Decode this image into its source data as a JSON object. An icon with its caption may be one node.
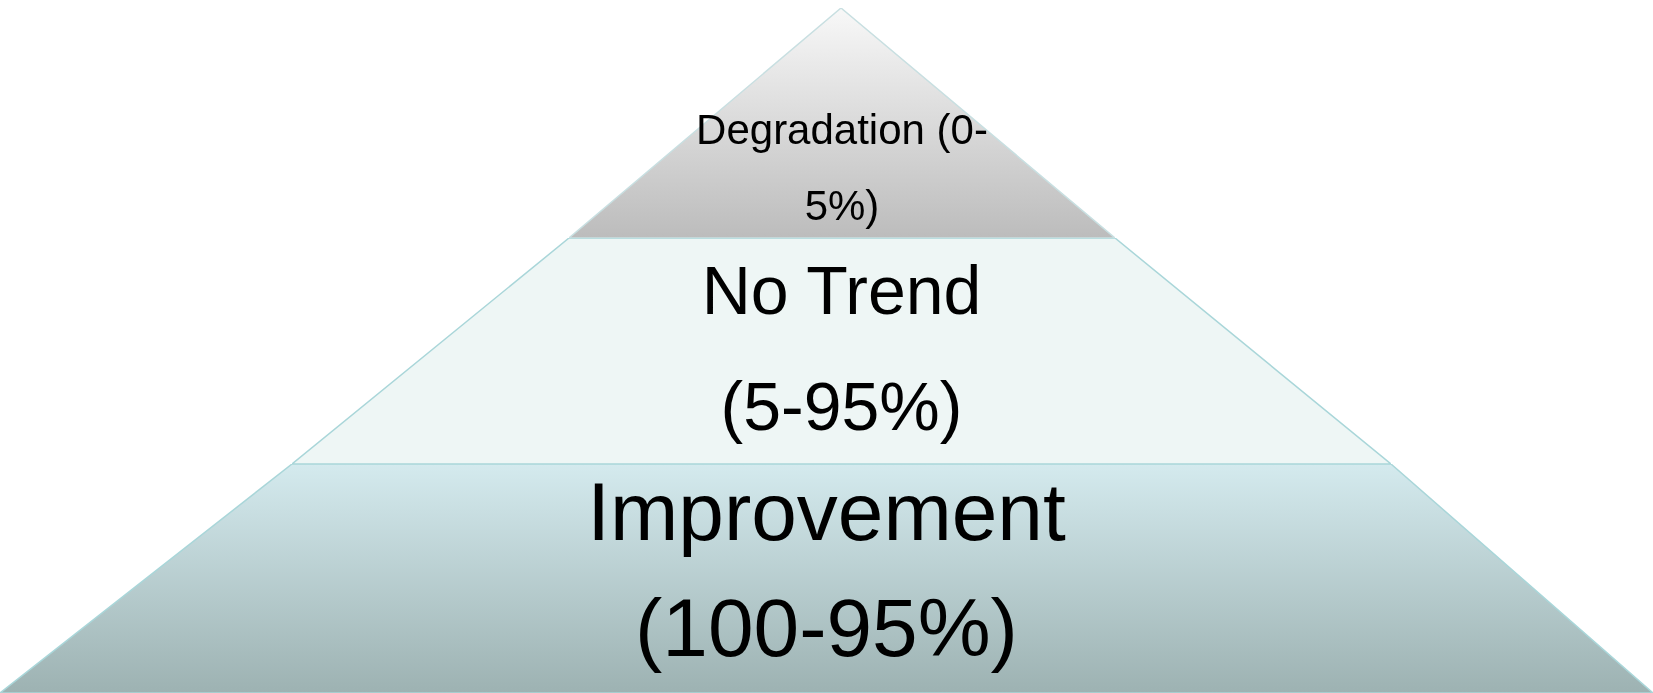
{
  "diagram": {
    "nodes": [
      {
        "text": [
          "Degradation (0-5%)"
        ]
      },
      {
        "text": [
          "No Trend (5-95%)"
        ]
      },
      {
        "text": [
          "Improvement (100-95%)"
        ]
      }
    ]
  }
}
